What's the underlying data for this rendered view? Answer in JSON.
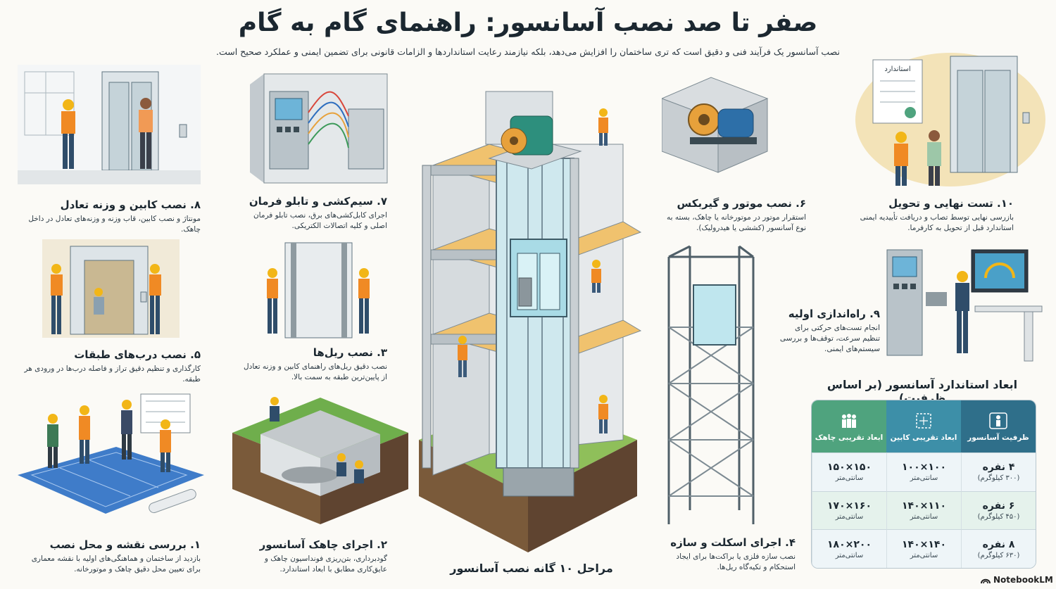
{
  "title": "صفر تا صد نصب آسانسور: راهنمای گام به گام",
  "subtitle": "نصب آسانسور یک فرآیند فنی و دقیق است که تری ساختمان را افزایش می‌دهد، بلکه نیازمند رعایت استانداردها و الزامات قانونی برای تضمین ایمنی و عملکرد صحیح است.",
  "center_label": "مراحل ۱۰ گانه نصب آسانسور",
  "steps": {
    "s1": {
      "title": "۱. بررسی نقشه و محل نصب",
      "desc": "بازدید از ساختمان و هماهنگی‌های اولیه با نقشه معماری برای تعیین محل دقیق چاهک و موتورخانه."
    },
    "s2": {
      "title": "۲. اجرای چاهک آسانسور",
      "desc": "گودبرداری، بتن‌ریزی فونداسیون چاهک و عایق‌کاری مطابق با ابعاد استاندارد."
    },
    "s3": {
      "title": "۳. نصب ریل‌ها",
      "desc": "نصب دقیق ریل‌های راهنمای کابین و وزنه تعادل از پایین‌ترین طبقه به سمت بالا."
    },
    "s4": {
      "title": "۴. اجرای اسکلت و سازه",
      "desc": "نصب سازه فلزی یا براکت‌ها برای ایجاد استحکام و تکیه‌گاه ریل‌ها."
    },
    "s5": {
      "title": "۵. نصب درب‌های طبقات",
      "desc": "کارگذاری و تنظیم دقیق تراز و فاصله درب‌ها در ورودی هر طبقه."
    },
    "s6": {
      "title": "۶. نصب موتور و گیربکس",
      "desc": "استقرار موتور در موتورخانه یا چاهک، بسته به نوع آسانسور (کششی یا هیدرولیک)."
    },
    "s7": {
      "title": "۷. سیم‌کشی و تابلو فرمان",
      "desc": "اجرای کابل‌کشی‌های برق، نصب تابلو فرمان اصلی و کلیه اتصالات الکتریکی."
    },
    "s8": {
      "title": "۸. نصب کابین و وزنه تعادل",
      "desc": "مونتاژ و نصب کابین، قاب وزنه و وزنه‌های تعادل در داخل چاهک."
    },
    "s9": {
      "title": "۹. راه‌اندازی اولیه",
      "desc": "انجام تست‌های حرکتی برای تنظیم سرعت، توقف‌ها و بررسی سیستم‌های ایمنی."
    },
    "s10": {
      "title": "۱۰. تست نهایی و تحویل",
      "desc": "بازرسی نهایی توسط تصاب و دریافت تأییدیه ایمنی استاندارد قبل از تحویل به کارفرما."
    }
  },
  "illustration_text": {
    "standard_sign": "استاندارد"
  },
  "table": {
    "title": "ابعاد استاندارد آسانسور (بر اساس ظرفیت)",
    "headers": [
      "ظرفیت آسانسور",
      "ابعاد تقریبی کابین",
      "ابعاد تقریبی چاهک"
    ],
    "rows": [
      {
        "capacity": "۴ نفره",
        "load": "(۳۰۰ کیلوگرم)",
        "cabin": "۱۰۰×۱۰۰",
        "cabin_unit": "سانتی‌متر",
        "shaft": "۱۵۰×۱۵۰",
        "shaft_unit": "سانتی‌متر"
      },
      {
        "capacity": "۶ نفره",
        "load": "(۴۵۰ کیلوگرم)",
        "cabin": "۱۱۰×۱۴۰",
        "cabin_unit": "سانتی‌متر",
        "shaft": "۱۶۰×۱۷۰",
        "shaft_unit": "سانتی‌متر"
      },
      {
        "capacity": "۸ نفره",
        "load": "(۶۳۰ کیلوگرم)",
        "cabin": "۱۴۰×۱۴۰",
        "cabin_unit": "سانتی‌متر",
        "shaft": "۲۰۰×۱۸۰",
        "shaft_unit": "سانتی‌متر"
      }
    ]
  },
  "brand": "NotebookLM",
  "icons": [
    "person-icon",
    "cabin-square-icon",
    "group-icon",
    "notebook-logo-icon"
  ],
  "colors": {
    "header_dark": "#2f6f8a",
    "header_mid": "#3d8fa8",
    "header_green": "#4fa37e",
    "vest": "#f08a24",
    "helmet": "#f2b617",
    "glass": "#bfe6ee",
    "concrete": "#c9cfd3",
    "floor": "#f0c26e"
  }
}
